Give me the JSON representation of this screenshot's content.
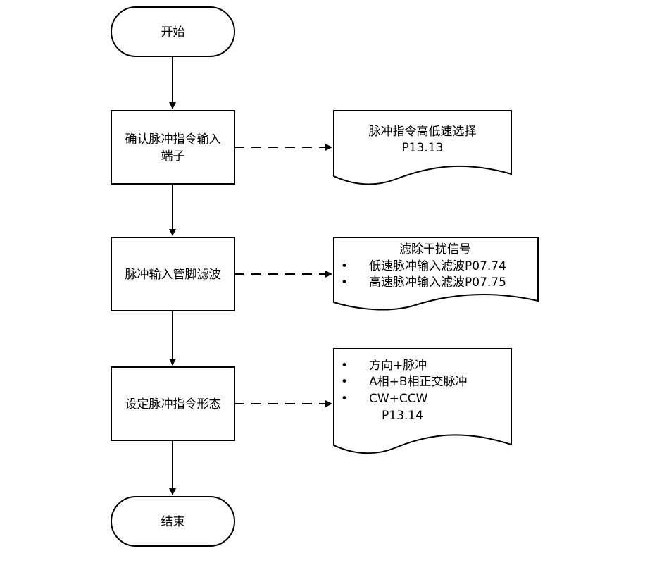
{
  "flowchart": {
    "start": {
      "label": "开始"
    },
    "end": {
      "label": "结束"
    },
    "steps": [
      {
        "lines": [
          "确认脉冲指令输入",
          "端子"
        ]
      },
      {
        "lines": [
          "脉冲输入管脚滤波"
        ]
      },
      {
        "lines": [
          "设定脉冲指令形态"
        ]
      }
    ],
    "notes": [
      {
        "title": "脉冲指令高低速选择",
        "bullets": [],
        "footer": "P13.13"
      },
      {
        "title": "滤除干扰信号",
        "bullets": [
          "低速脉冲输入滤波P07.74",
          "高速脉冲输入滤波P07.75"
        ],
        "footer": ""
      },
      {
        "title": "",
        "bullets": [
          "方向+脉冲",
          "A相+B相正交脉冲",
          "CW+CCW"
        ],
        "footer": "P13.14"
      }
    ],
    "bullet_glyph": "•",
    "stroke_color": "#000000"
  }
}
